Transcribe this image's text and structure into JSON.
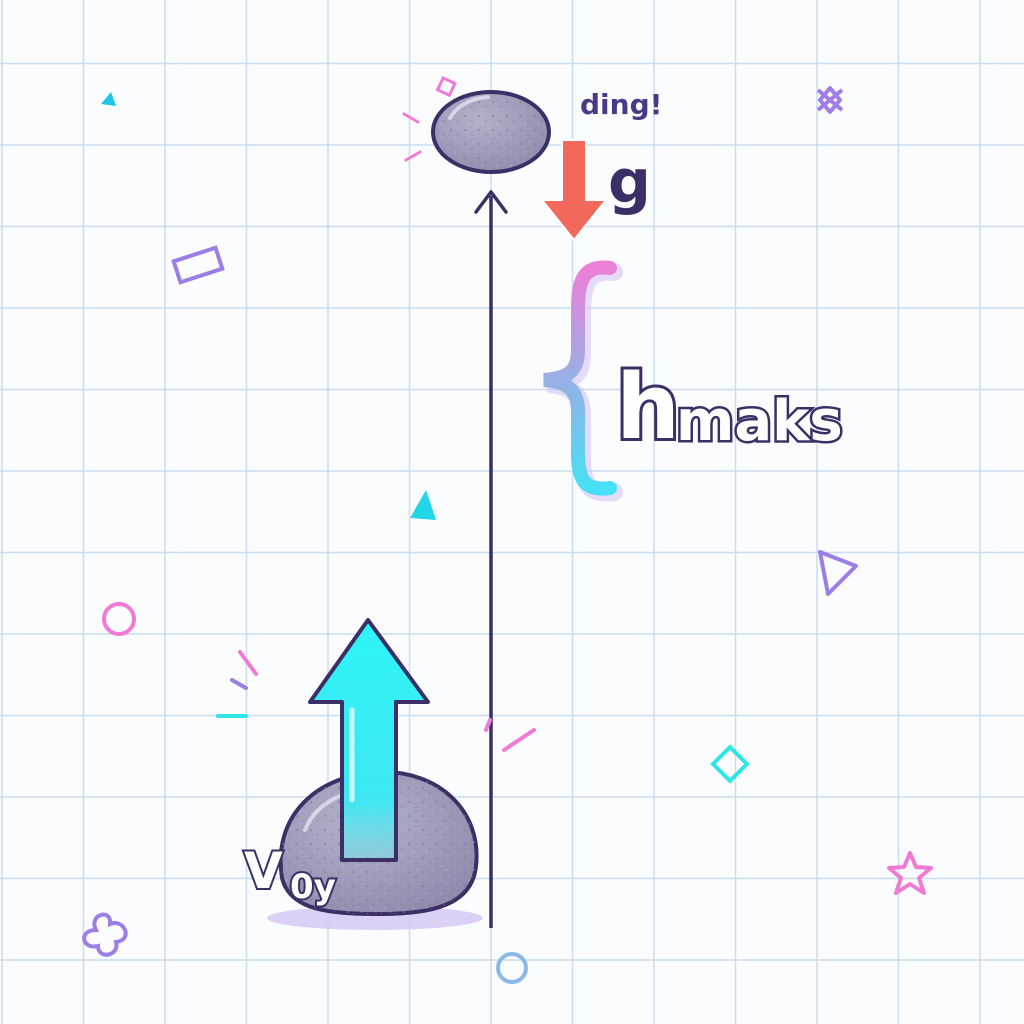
{
  "labels": {
    "ding": "ding!",
    "gravity": "g",
    "h_main": "h",
    "h_sub": "maks",
    "v_main": "V",
    "v_sub": "0y"
  },
  "colors": {
    "background": "#fbfcfe",
    "grid": "#c9ddf0",
    "ink": "#3b2f66",
    "stone": "#9d9ab8",
    "stone_dark": "#6d6890",
    "velocity_arrow": "#2ef2f4",
    "gravity_arrow": "#f2685a",
    "brace_top": "#ec7fd6",
    "brace_bottom": "#45e0f5",
    "pink": "#f07ad6",
    "cyan": "#2ee6e6",
    "purple": "#9b7fe6",
    "blue": "#8ab8ea"
  },
  "icons": [
    "stone-top-icon",
    "stone-bottom-icon",
    "velocity-arrow-icon",
    "gravity-arrow-icon",
    "height-brace-icon",
    "trajectory-arrow-icon"
  ]
}
